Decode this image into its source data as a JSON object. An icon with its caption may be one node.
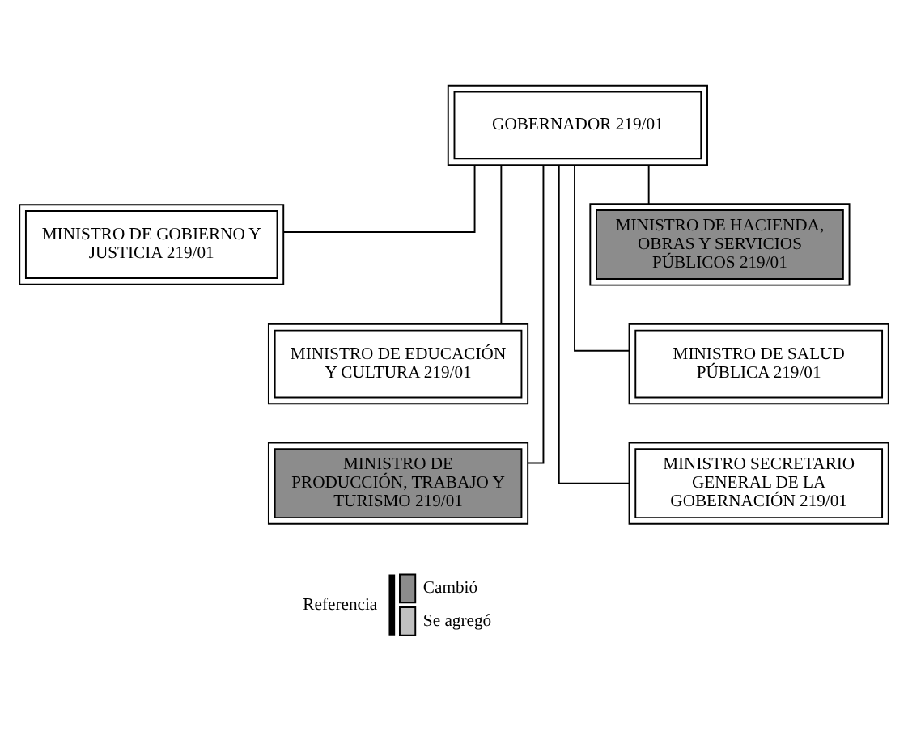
{
  "diagram": {
    "nodes": [
      {
        "text": [
          "GOBERNADOR 219/01"
        ]
      },
      {
        "text": [
          "MINISTRO DE GOBIERNO Y JUSTICIA 219/01"
        ]
      },
      {
        "text": [
          "MINISTRO DE HACIENDA, OBRAS Y SERVICIOS PÚBLICOS 219/01"
        ]
      },
      {
        "text": [
          "MINISTRO DE EDUCACIÓN Y CULTURA 219/01"
        ]
      },
      {
        "text": [
          "MINISTRO DE SALUD PÚBLICA 219/01"
        ]
      },
      {
        "text": [
          "MINISTRO DE PRODUCCIÓN, TRABAJO Y TURISMO 219/01"
        ]
      },
      {
        "text": [
          "MINISTRO SECRETARIO GENERAL DE LA GOBERNACIÓN 219/01"
        ]
      }
    ],
    "edges": [
      {
        "from": 0,
        "to": 1,
        "arrow": "none"
      },
      {
        "from": 0,
        "to": 2,
        "arrow": "none"
      },
      {
        "from": 0,
        "to": 3,
        "arrow": "none"
      },
      {
        "from": 0,
        "to": 4,
        "arrow": "none"
      },
      {
        "from": 0,
        "to": 5,
        "arrow": "none"
      },
      {
        "from": 0,
        "to": 6,
        "arrow": "none"
      }
    ],
    "labels": [
      "Referencia"
    ],
    "legend": [
      {
        "text": "Cambió",
        "color": "#8c8c8c"
      },
      {
        "text": "Se agregó",
        "color": "#c0c0c0"
      }
    ]
  }
}
